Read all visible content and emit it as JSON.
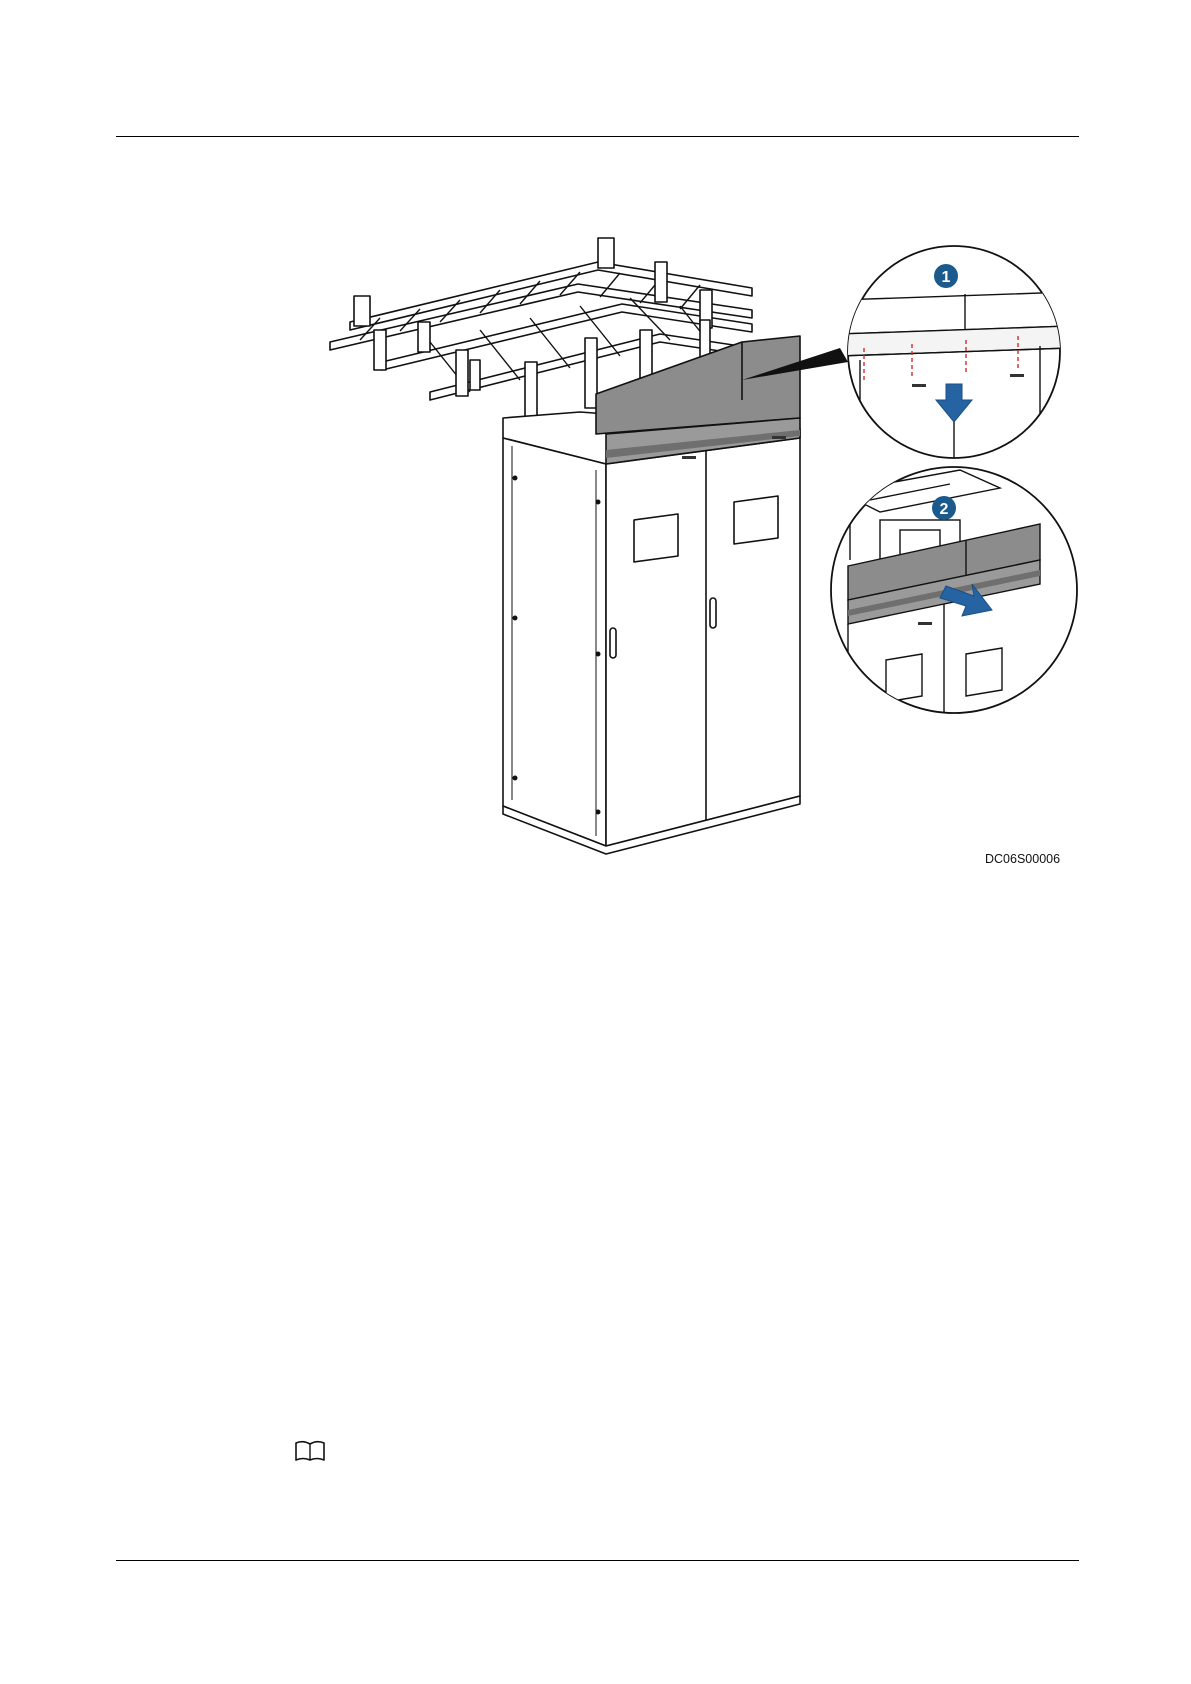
{
  "figure": {
    "code": "DC06S00006",
    "callouts": {
      "step1": "1",
      "step2": "2"
    },
    "colors": {
      "callout_fill": "#1a5a8c",
      "arrow_fill": "#2563a3",
      "panel_gray": "#8c8c8c",
      "dash_red": "#d42b2b"
    }
  },
  "note": {
    "icon": "book-icon"
  }
}
